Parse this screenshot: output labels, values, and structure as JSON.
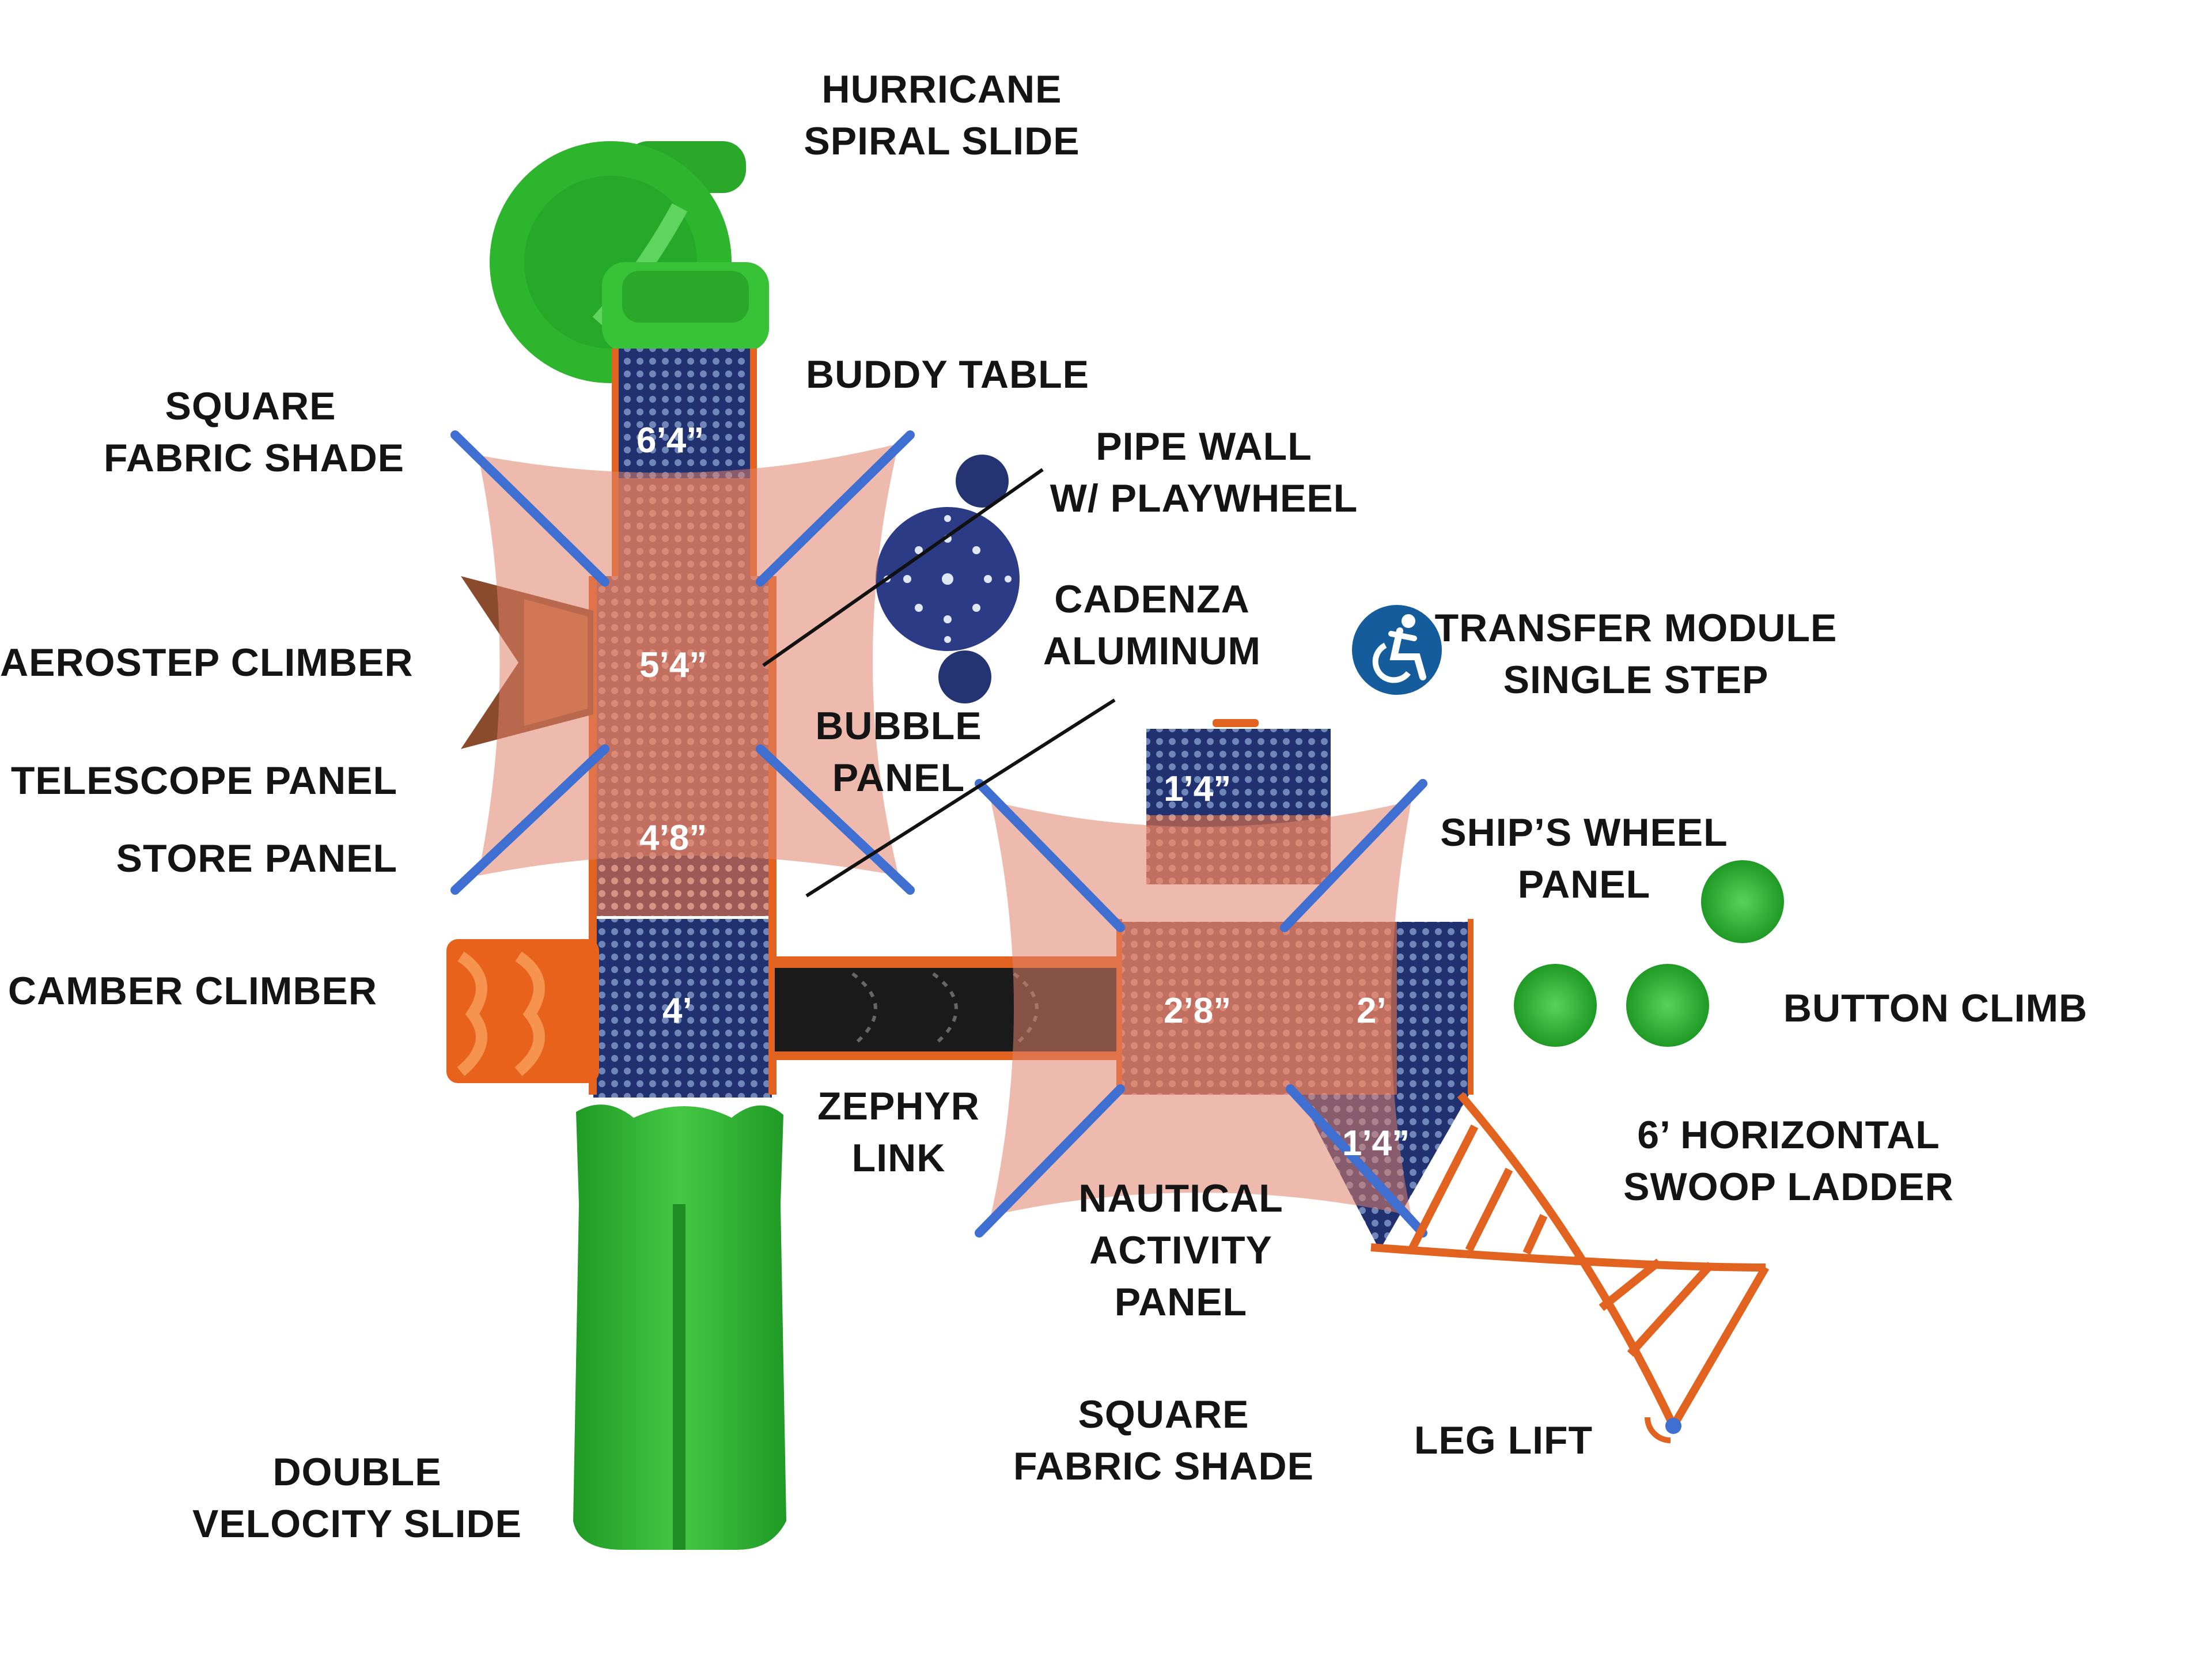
{
  "labels": {
    "hurricane_spiral_slide": [
      "HURRICANE",
      "SPIRAL SLIDE"
    ],
    "buddy_table": [
      "BUDDY TABLE"
    ],
    "square_fabric_shade_left": [
      "SQUARE",
      "FABRIC SHADE"
    ],
    "pipe_wall": [
      "PIPE WALL",
      "W/ PLAYWHEEL"
    ],
    "cadenza_aluminum": [
      "CADENZA",
      "ALUMINUM"
    ],
    "transfer_module": [
      "TRANSFER MODULE",
      "SINGLE STEP"
    ],
    "aerostep_climber": [
      "AEROSTEP CLIMBER"
    ],
    "bubble_panel": [
      "BUBBLE",
      "PANEL"
    ],
    "telescope_panel": [
      "TELESCOPE PANEL"
    ],
    "store_panel": [
      "STORE PANEL"
    ],
    "ships_wheel_panel": [
      "SHIP’S WHEEL",
      "PANEL"
    ],
    "camber_climber": [
      "CAMBER CLIMBER"
    ],
    "button_climb": [
      "BUTTON CLIMB"
    ],
    "zephyr_link": [
      "ZEPHYR",
      "LINK"
    ],
    "horizontal_swoop_ladder": [
      "6’ HORIZONTAL",
      "SWOOP LADDER"
    ],
    "nautical_activity_panel": [
      "NAUTICAL",
      "ACTIVITY",
      "PANEL"
    ],
    "square_fabric_shade_bottom": [
      "SQUARE",
      "FABRIC SHADE"
    ],
    "leg_lift": [
      "LEG LIFT"
    ],
    "double_velocity_slide": [
      "DOUBLE",
      "VELOCITY SLIDE"
    ]
  },
  "deck_heights": {
    "top": "6’4”",
    "upper": "5’4”",
    "middle": "4’8”",
    "lower": "4’",
    "transfer_top": "1’4”",
    "center": "2’8”",
    "right": "2’",
    "transfer_bottom": "1’4”"
  },
  "colors": {
    "slide_green": "#2fb52f",
    "deck_navy": "#1f2f6e",
    "frame_orange": "#e2621f",
    "shade_salmon": "#e58a73",
    "post_blue": "#3f6fd0",
    "tunnel_black": "#1a1a1a",
    "accessibility_blue": "#155c9c"
  },
  "icons": [
    "accessibility-icon"
  ]
}
